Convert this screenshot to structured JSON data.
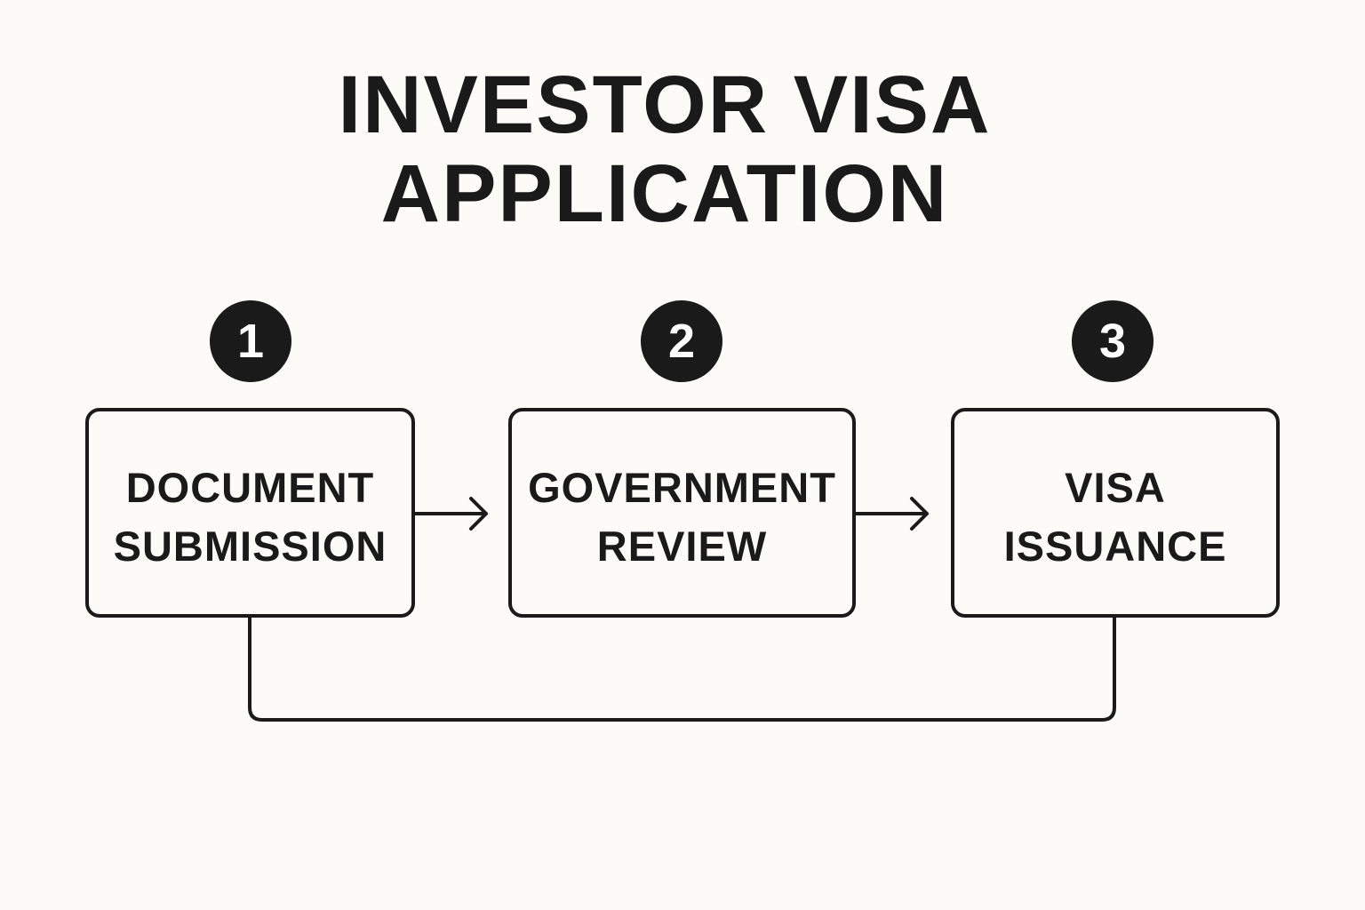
{
  "title": {
    "line1": "INVESTOR VISA",
    "line2": "APPLICATION"
  },
  "steps": [
    {
      "number": "1",
      "line1": "DOCUMENT",
      "line2": "SUBMISSION"
    },
    {
      "number": "2",
      "line1": "GOVERNMENT",
      "line2": "REVIEW"
    },
    {
      "number": "3",
      "line1": "VISA",
      "line2": "ISSUANCE"
    }
  ],
  "colors": {
    "background": "#fcfbf7",
    "ink": "#1a1a1a",
    "badge_text": "#ffffff"
  }
}
